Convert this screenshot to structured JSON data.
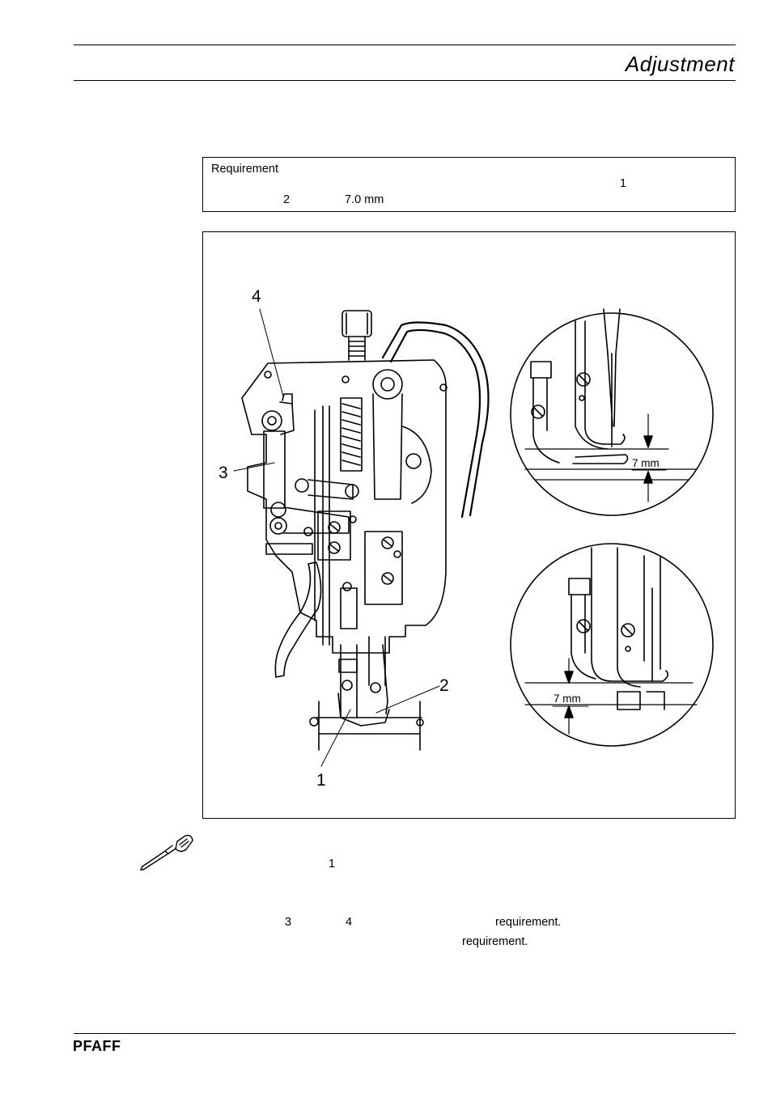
{
  "header": {
    "section_title": "Adjustment"
  },
  "requirement": {
    "label": "Requirement",
    "ref_1": "1",
    "ref_2": "2",
    "value": "7.0 mm"
  },
  "figure": {
    "callouts": [
      "1",
      "2",
      "3",
      "4"
    ],
    "detail_label_top": "7 mm",
    "detail_label_bottom": "7 mm"
  },
  "steps": {
    "icon": "screwdriver-icon",
    "ref_1": "1",
    "ref_3": "3",
    "ref_4": "4",
    "word_a": "requirement.",
    "word_b": "requirement."
  },
  "footer": {
    "brand": "PFAFF"
  }
}
